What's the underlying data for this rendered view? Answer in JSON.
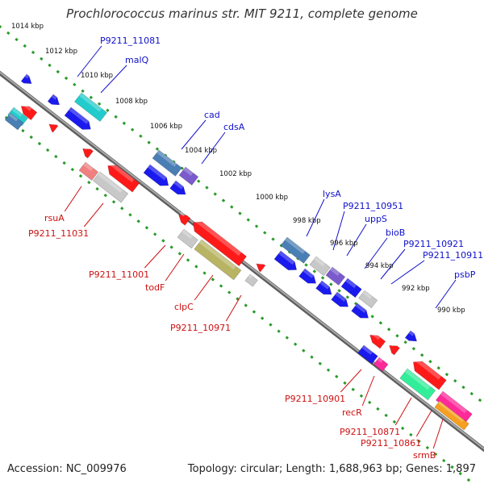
{
  "title": "Prochlorococcus marinus str. MIT 9211, complete genome",
  "footer": {
    "accession": "Accession: NC_009976",
    "topology": "Topology: circular; Length: 1,688,963 bp; Genes: 1,897"
  },
  "colors": {
    "backbone": "#888888",
    "ticks": "#2a9a2a",
    "forward_label": "#1010cc",
    "reverse_label": "#cc1111",
    "gene_red": "#ff1a1a",
    "gene_blue": "#1a1aee",
    "gene_teal": "#22cccc",
    "gene_steel": "#4a7fb5",
    "gene_purple": "#7a5acc",
    "gene_gray": "#c8c8c8",
    "gene_olive": "#b8b464",
    "gene_green": "#33ee99",
    "gene_magenta": "#ff2a9a",
    "gene_pink": "#f08080",
    "gene_orange": "#f5a020"
  },
  "scale_ticks": [
    "1014 kbp",
    "1012 kbp",
    "1010 kbp",
    "1008 kbp",
    "1006 kbp",
    "1004 kbp",
    "1002 kbp",
    "1000 kbp",
    "998 kbp",
    "996 kbp",
    "994 kbp",
    "992 kbp",
    "990 kbp"
  ],
  "forward_labels": [
    "P9211_11081",
    "malQ",
    "cad",
    "cdsA",
    "lysA",
    "P9211_10951",
    "uppS",
    "bioB",
    "P9211_10921",
    "P9211_10911",
    "psbP"
  ],
  "reverse_labels": [
    "rsuA",
    "P9211_11031",
    "P9211_11001",
    "todF",
    "clpC",
    "P9211_10971",
    "P9211_10901",
    "recR",
    "P9211_10871",
    "P9211_10861",
    "srmB"
  ]
}
